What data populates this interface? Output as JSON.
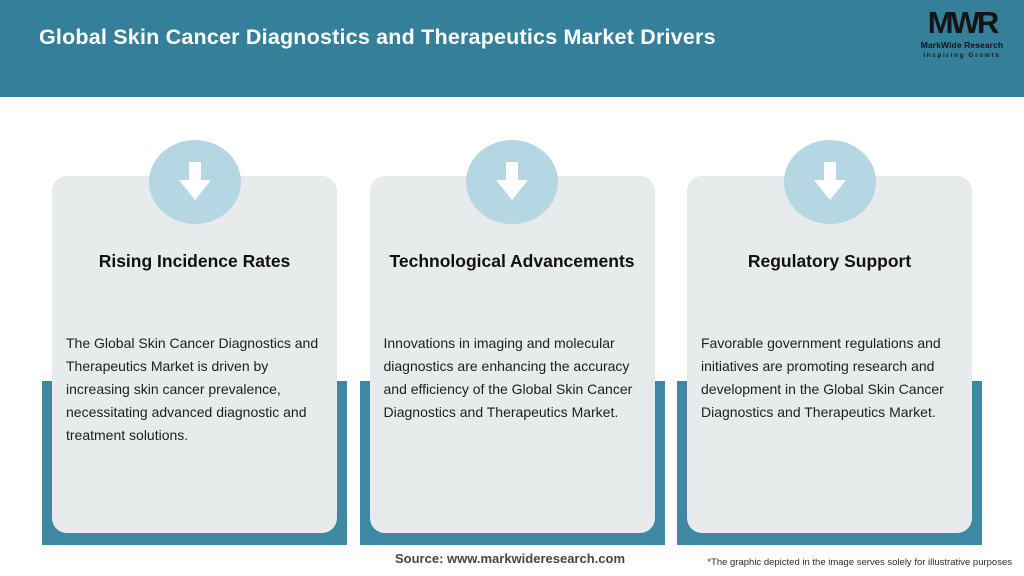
{
  "header": {
    "title": "Global Skin Cancer Diagnostics and Therapeutics Market Drivers",
    "logo": {
      "monogram": "MWR",
      "name": "MarkWide Research",
      "tagline": "Inspiring Growth"
    }
  },
  "cards": [
    {
      "icon": "down-arrow-icon",
      "title": "Rising Incidence Rates",
      "body": "The Global Skin Cancer Diagnostics and Therapeutics Market is driven by increasing skin cancer prevalence, necessitating advanced diagnostic and treatment solutions."
    },
    {
      "icon": "down-arrow-icon",
      "title": "Technological Advancements",
      "body": "Innovations in imaging and molecular diagnostics are enhancing the accuracy and efficiency of the Global Skin Cancer Diagnostics and Therapeutics Market."
    },
    {
      "icon": "down-arrow-icon",
      "title": "Regulatory Support",
      "body": "Favorable government regulations and initiatives are promoting research and development in the Global Skin Cancer Diagnostics and Therapeutics Market."
    }
  ],
  "footer": {
    "source": "Source: www.markwideresearch.com",
    "disclaimer": "*The graphic depicted in the image serves solely for illustrative purposes"
  },
  "colors": {
    "header_teal": "#34809b",
    "backing_teal": "#3e88a4",
    "card_gray": "#e8ebeb",
    "circle_blue": "#b5d7e3",
    "arrow_white": "#ffffff"
  }
}
